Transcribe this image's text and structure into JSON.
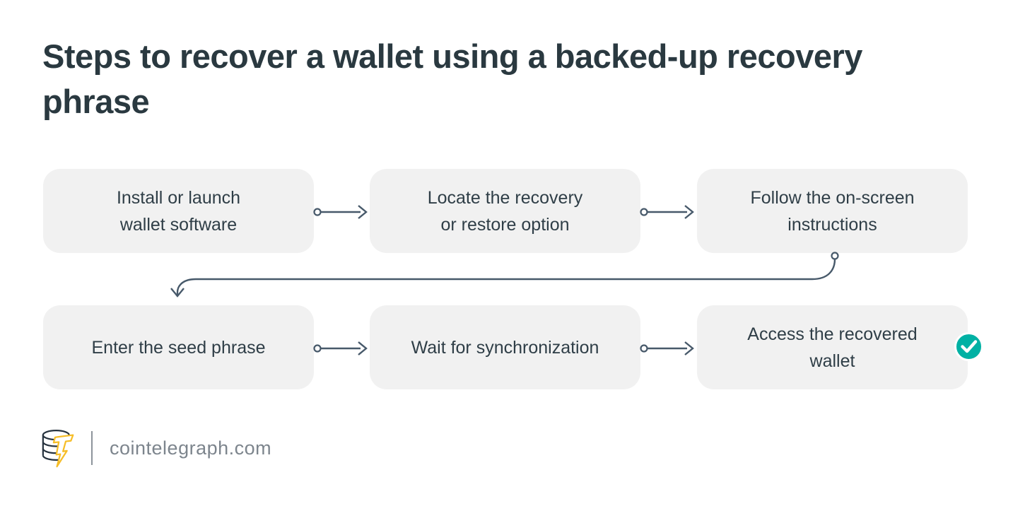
{
  "title": {
    "text": "Steps to recover a wallet using a backed-up recovery phrase",
    "lines": [
      "Steps to recover a wallet using a backed-up recovery",
      "phrase"
    ]
  },
  "steps": [
    {
      "label": "Install or launch wallet software",
      "lines": [
        "Install or launch",
        "wallet software"
      ]
    },
    {
      "label": "Locate the recovery or restore option",
      "lines": [
        "Locate the recovery",
        "or restore option"
      ]
    },
    {
      "label": "Follow the on-screen instructions",
      "lines": [
        "Follow the on-screen",
        "instructions"
      ]
    },
    {
      "label": "Enter the seed phrase",
      "lines": [
        "Enter the seed phrase"
      ]
    },
    {
      "label": "Wait for synchronization",
      "lines": [
        "Wait for synchronization"
      ]
    },
    {
      "label": "Access the recovered wallet",
      "lines": [
        "Access the recovered",
        "wallet"
      ],
      "badge": "check-icon"
    }
  ],
  "footer": {
    "site": "cointelegraph.com",
    "logo": "cointelegraph-logo"
  },
  "colors": {
    "title_color": "#2a3940",
    "text_color": "#2f3e47",
    "box_bg": "#f1f1f1",
    "arrow_color": "#47596a",
    "accent_teal": "#00b1a4",
    "logo_yellow": "#f6bd27",
    "logo_dark": "#27333f",
    "footer_text": "#7d858d",
    "divider_color": "#8d949b"
  }
}
